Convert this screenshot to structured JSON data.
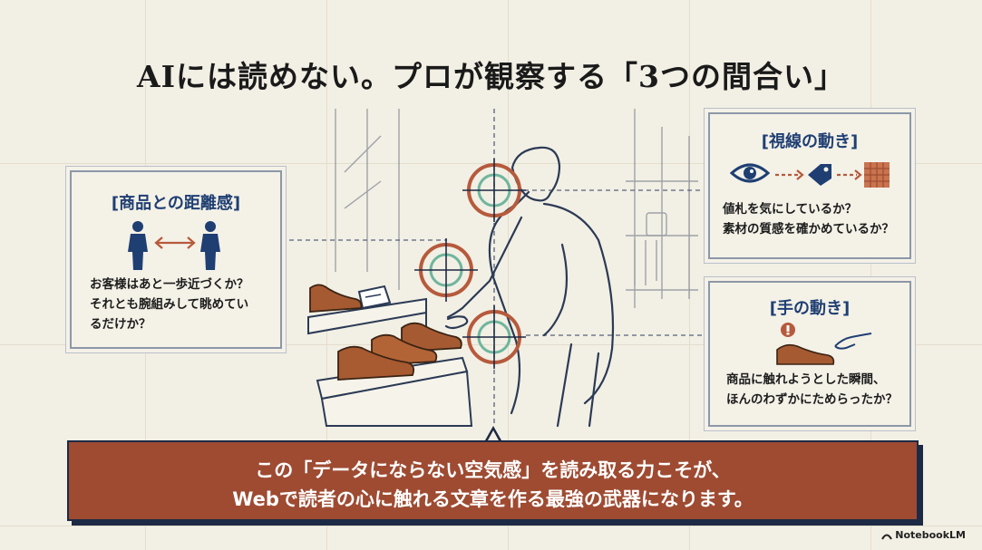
{
  "title": "AIには読めない。プロが観察する「3つの間合い」",
  "cards": {
    "distance": {
      "title": "[商品との距離感]",
      "lines": [
        "お客様はあと一歩近づくか？",
        "それとも腕組みして眺めてい",
        "るだけか？"
      ]
    },
    "gaze": {
      "title": "[視線の動き]",
      "lines": [
        "値札を気にしているか？",
        "素材の質感を確かめているか？"
      ]
    },
    "hand": {
      "title": "[手の動き]",
      "lines": [
        "商品に触れようとした瞬間、",
        "ほんのわずかにためらったか？"
      ]
    }
  },
  "banner": {
    "line1": "この「データにならない空気感」を読み取る力こそが、",
    "line2": "Webで読者の心に触れる文章を作る最強の武器になります。"
  },
  "logo": "NotebookLM",
  "colors": {
    "accent": "#9e4b32",
    "navy": "#1f3f73",
    "target": "#b65a3c",
    "teal": "#6fb59d"
  }
}
